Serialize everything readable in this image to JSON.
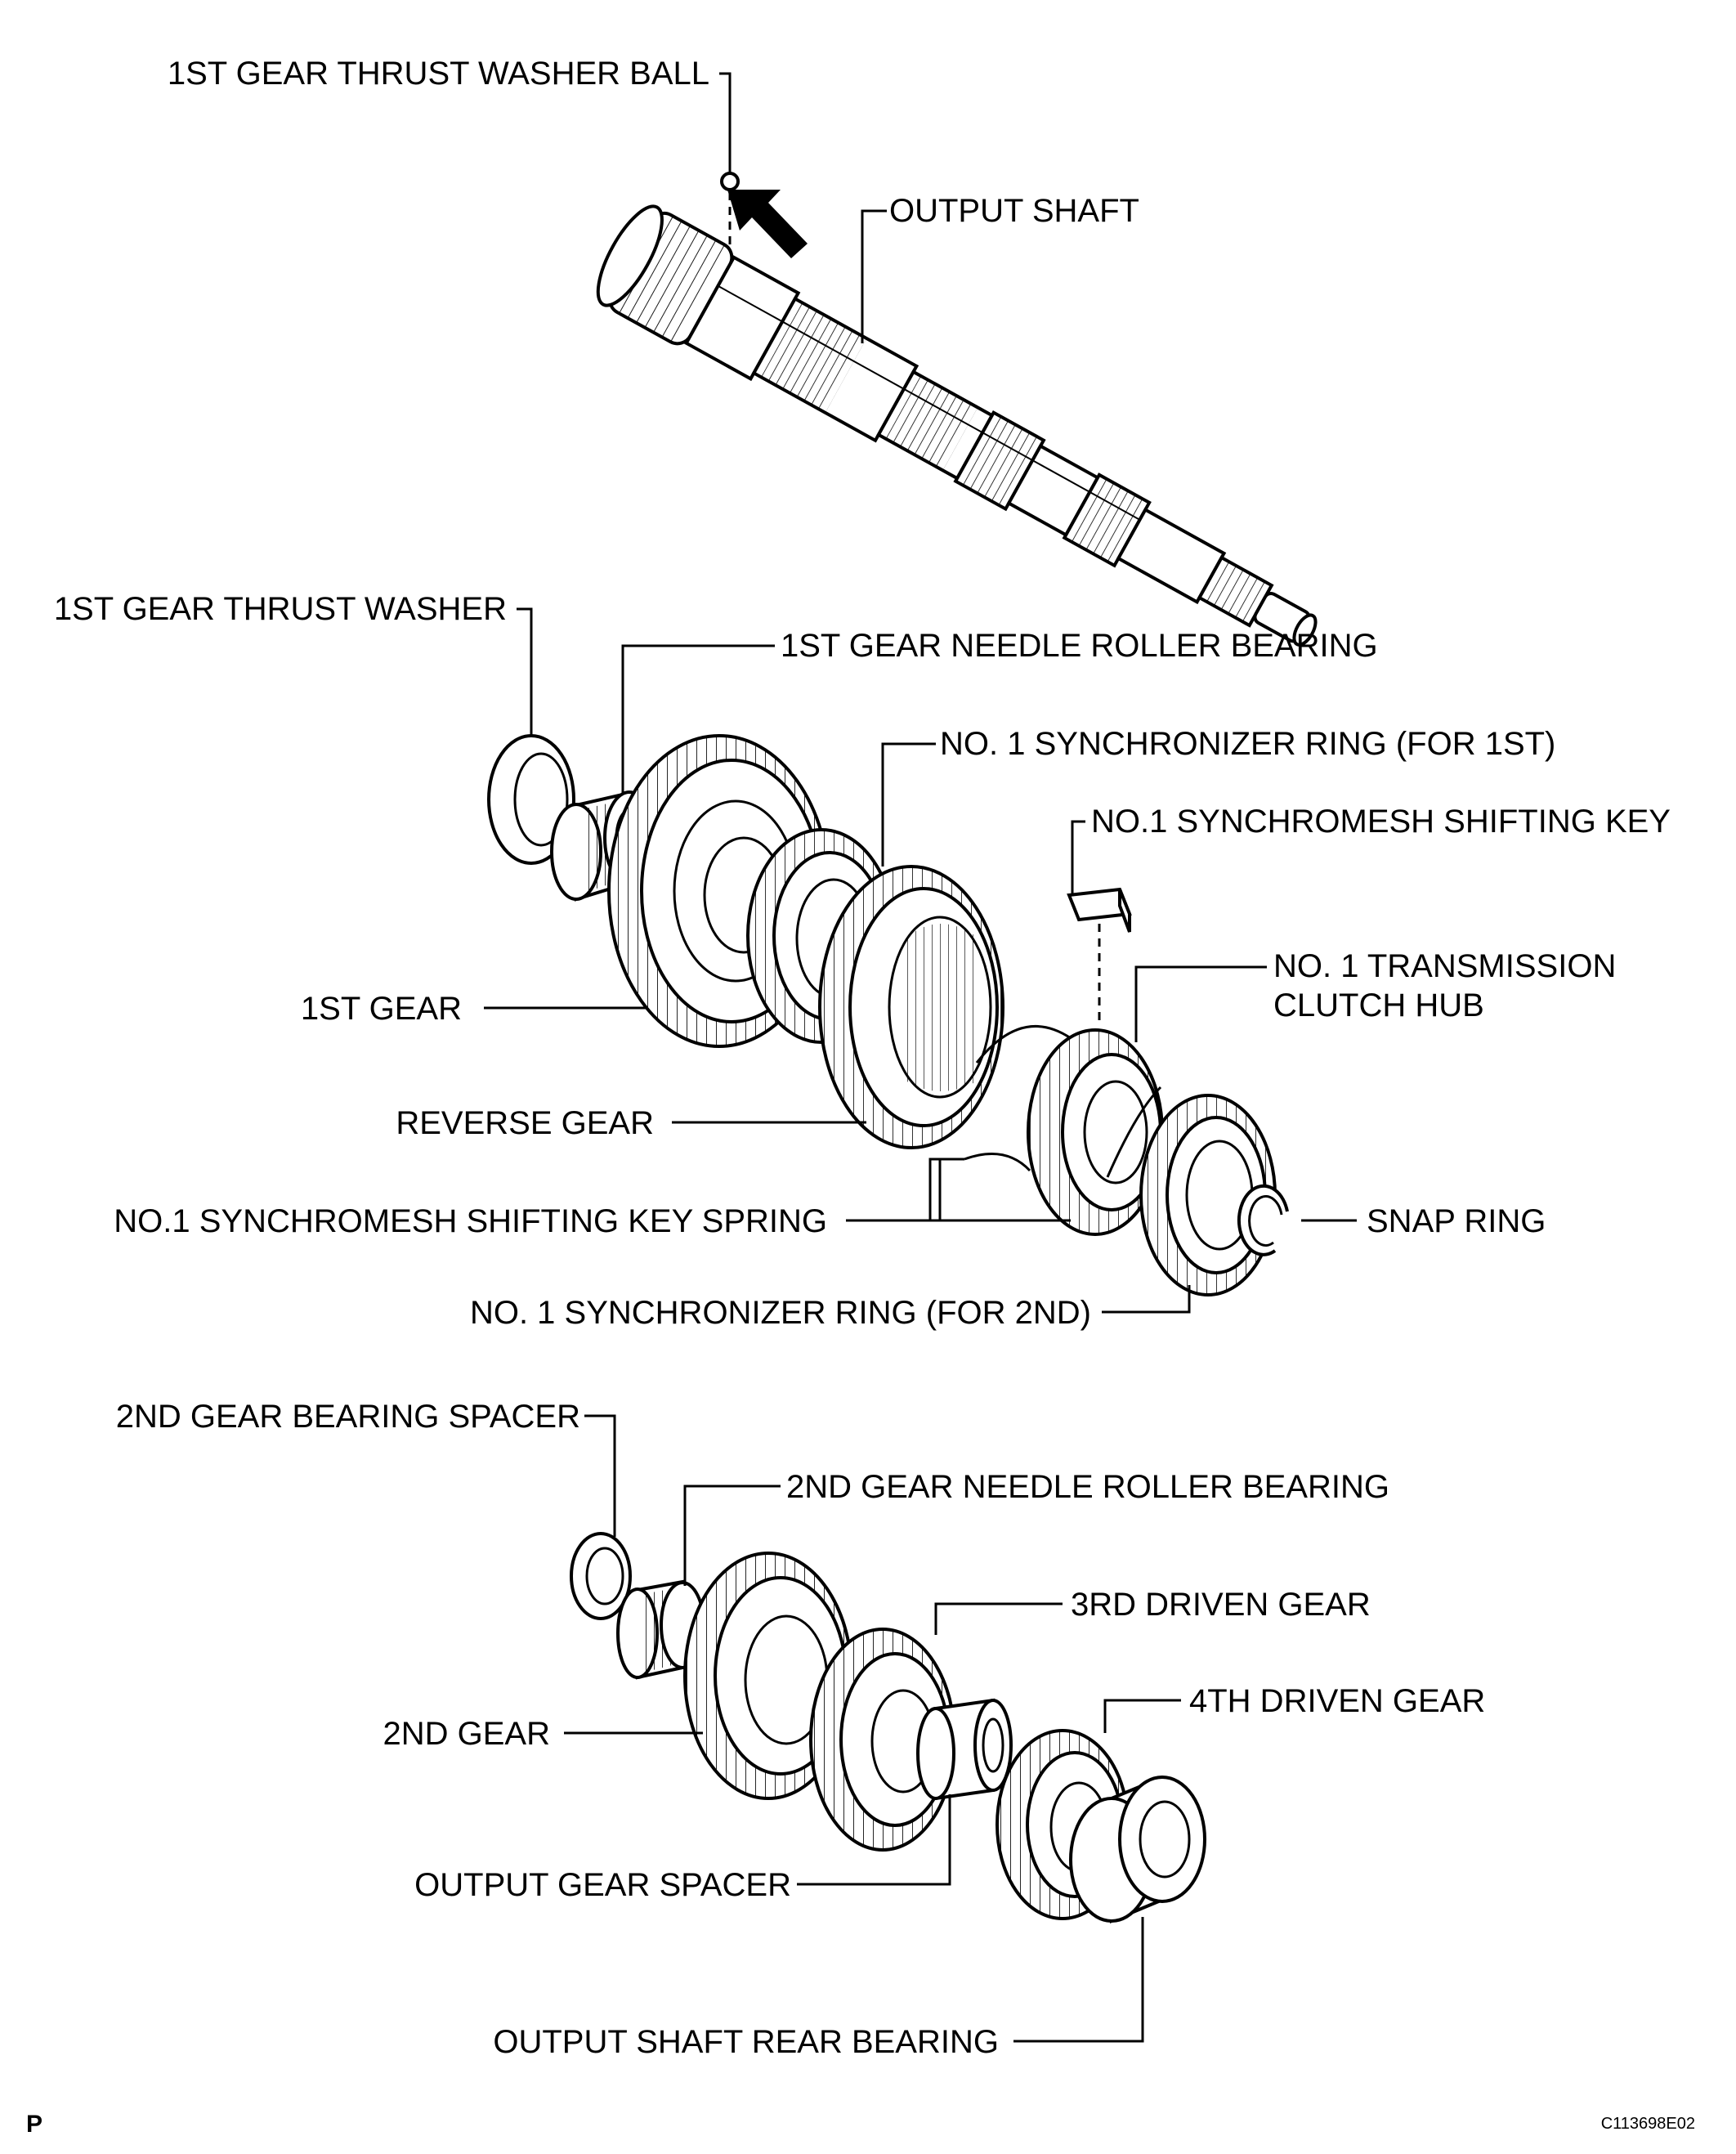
{
  "labels": {
    "washer_ball": "1ST GEAR THRUST WASHER BALL",
    "output_shaft": "OUTPUT SHAFT",
    "thrust_washer": "1ST GEAR THRUST WASHER",
    "needle_bearing_1st": "1ST GEAR NEEDLE ROLLER BEARING",
    "sync_ring_1st": "NO. 1 SYNCHRONIZER RING (FOR 1ST)",
    "shifting_key": "NO.1 SYNCHROMESH SHIFTING KEY",
    "clutch_hub_line1": "NO. 1 TRANSMISSION",
    "clutch_hub_line2": "CLUTCH HUB",
    "first_gear": "1ST GEAR",
    "reverse_gear": "REVERSE GEAR",
    "key_spring": "NO.1 SYNCHROMESH SHIFTING KEY SPRING",
    "snap_ring": "SNAP RING",
    "sync_ring_2nd": "NO. 1 SYNCHRONIZER RING (FOR 2ND)",
    "bearing_spacer_2nd": "2ND GEAR BEARING SPACER",
    "needle_bearing_2nd": "2ND GEAR NEEDLE ROLLER BEARING",
    "third_driven_gear": "3RD DRIVEN GEAR",
    "second_gear": "2ND GEAR",
    "fourth_driven_gear": "4TH DRIVEN GEAR",
    "output_gear_spacer": "OUTPUT GEAR SPACER",
    "rear_bearing": "OUTPUT SHAFT REAR BEARING"
  },
  "corner_letter": "P",
  "figure_code": "C113698E02"
}
